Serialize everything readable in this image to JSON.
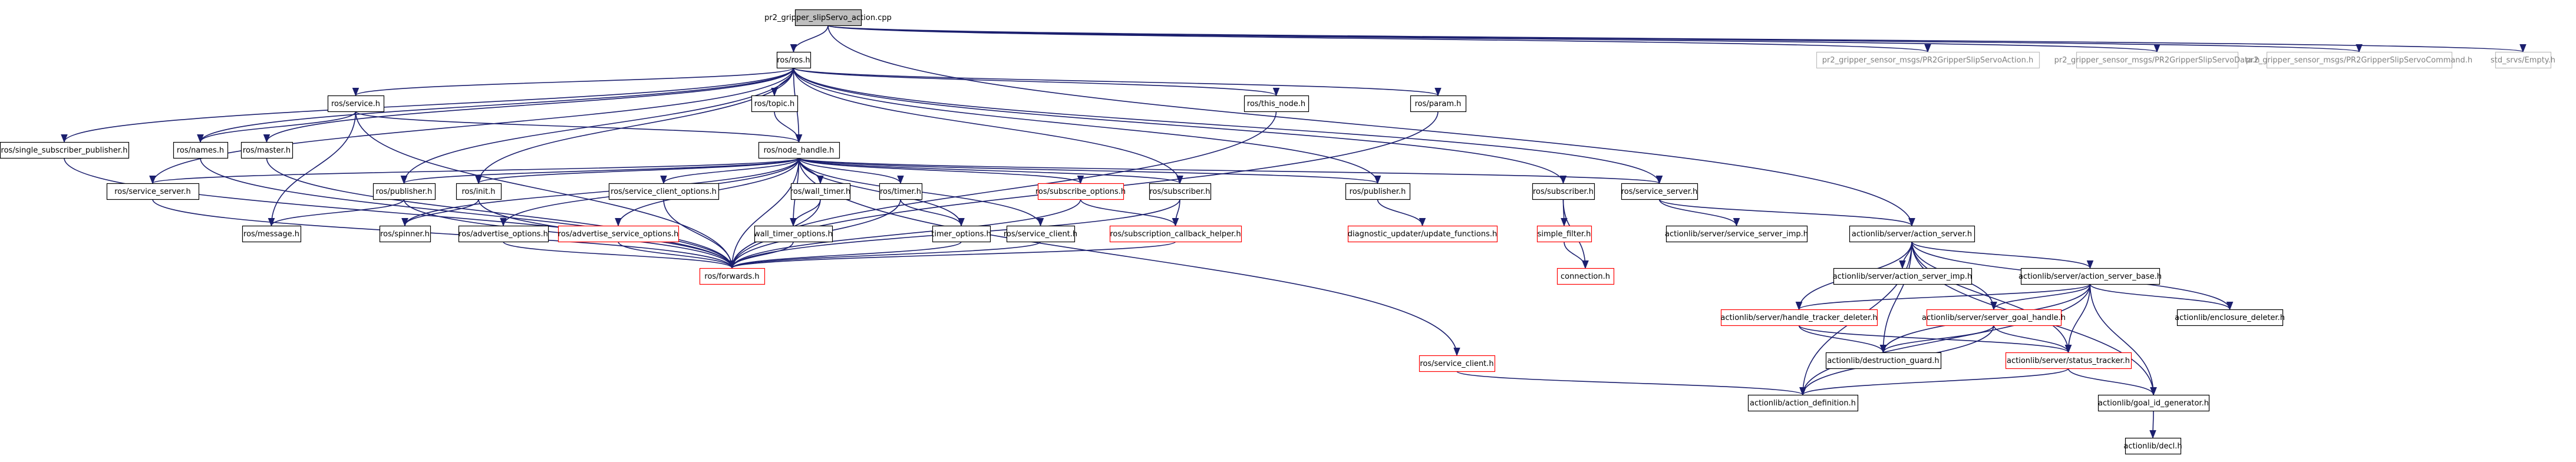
{
  "graph": {
    "nodes": [
      {
        "id": "root",
        "label": "pr2_gripper_slipServo_action.cpp",
        "style": "root"
      },
      {
        "id": "ros_ros",
        "label": "ros/ros.h",
        "style": "normal"
      },
      {
        "id": "msg_action",
        "label": "pr2_gripper_sensor_msgs/PR2GripperSlipServoAction.h",
        "style": "gray"
      },
      {
        "id": "msg_data",
        "label": "pr2_gripper_sensor_msgs/PR2GripperSlipServoData.h",
        "style": "gray"
      },
      {
        "id": "msg_cmd",
        "label": "pr2_gripper_sensor_msgs/PR2GripperSlipServoCommand.h",
        "style": "gray"
      },
      {
        "id": "std_empty",
        "label": "std_srvs/Empty.h",
        "style": "gray"
      },
      {
        "id": "single_sub_pub",
        "label": "ros/single_subscriber_publisher.h",
        "style": "normal"
      },
      {
        "id": "service",
        "label": "ros/service.h",
        "style": "normal"
      },
      {
        "id": "topic",
        "label": "ros/topic.h",
        "style": "normal"
      },
      {
        "id": "this_node",
        "label": "ros/this_node.h",
        "style": "normal"
      },
      {
        "id": "param",
        "label": "ros/param.h",
        "style": "normal"
      },
      {
        "id": "names",
        "label": "ros/names.h",
        "style": "normal"
      },
      {
        "id": "master",
        "label": "ros/master.h",
        "style": "normal"
      },
      {
        "id": "node_handle",
        "label": "ros/node_handle.h",
        "style": "normal"
      },
      {
        "id": "service_server",
        "label": "ros/service_server.h",
        "style": "normal"
      },
      {
        "id": "publisher",
        "label": "ros/publisher.h",
        "style": "normal"
      },
      {
        "id": "init",
        "label": "ros/init.h",
        "style": "normal"
      },
      {
        "id": "service_client_options",
        "label": "ros/service_client_options.h",
        "style": "normal"
      },
      {
        "id": "wall_timer",
        "label": "ros/wall_timer.h",
        "style": "normal"
      },
      {
        "id": "timer",
        "label": "ros/timer.h",
        "style": "normal"
      },
      {
        "id": "subscribe_options",
        "label": "ros/subscribe_options.h",
        "style": "red"
      },
      {
        "id": "subscriber",
        "label": "ros/subscriber.h",
        "style": "normal"
      },
      {
        "id": "diag_publisher",
        "label": "ros/publisher.h",
        "style": "normal"
      },
      {
        "id": "diag_subscriber",
        "label": "ros/subscriber.h",
        "style": "normal"
      },
      {
        "id": "service_server2",
        "label": "ros/service_server.h",
        "style": "normal"
      },
      {
        "id": "message",
        "label": "ros/message.h",
        "style": "normal"
      },
      {
        "id": "spinner",
        "label": "ros/spinner.h",
        "style": "normal"
      },
      {
        "id": "advertise_options",
        "label": "ros/advertise_options.h",
        "style": "normal"
      },
      {
        "id": "advertise_service_options",
        "label": "ros/advertise_service_options.h",
        "style": "red"
      },
      {
        "id": "wall_timer_options",
        "label": "wall_timer_options.h",
        "style": "normal"
      },
      {
        "id": "timer_options",
        "label": "timer_options.h",
        "style": "normal"
      },
      {
        "id": "service_client",
        "label": "ros/service_client.h",
        "style": "normal"
      },
      {
        "id": "sub_cb_helper",
        "label": "ros/subscription_callback_helper.h",
        "style": "red"
      },
      {
        "id": "diag_updater",
        "label": "diagnostic_updater/update_functions.h",
        "style": "red"
      },
      {
        "id": "simple_filter",
        "label": "simple_filter.h",
        "style": "red"
      },
      {
        "id": "connection",
        "label": "connection.h",
        "style": "red"
      },
      {
        "id": "forwards",
        "label": "ros/forwards.h",
        "style": "red"
      },
      {
        "id": "ros_service_client",
        "label": "ros/service_client.h",
        "style": "red"
      },
      {
        "id": "as_server_imp",
        "label": "actionlib/server/service_server_imp.h",
        "style": "normal"
      },
      {
        "id": "action_server",
        "label": "actionlib/server/action_server.h",
        "style": "normal"
      },
      {
        "id": "action_server_imp",
        "label": "actionlib/server/action_server_imp.h",
        "style": "normal"
      },
      {
        "id": "action_server_base",
        "label": "actionlib/server/action_server_base.h",
        "style": "normal"
      },
      {
        "id": "handle_tracker",
        "label": "actionlib/server/handle_tracker_deleter.h",
        "style": "red"
      },
      {
        "id": "server_goal_handle",
        "label": "actionlib/server/server_goal_handle.h",
        "style": "red"
      },
      {
        "id": "enclosure_deleter",
        "label": "actionlib/enclosure_deleter.h",
        "style": "normal"
      },
      {
        "id": "destruction_guard",
        "label": "actionlib/destruction_guard.h",
        "style": "normal"
      },
      {
        "id": "status_tracker",
        "label": "actionlib/server/status_tracker.h",
        "style": "red"
      },
      {
        "id": "action_definition",
        "label": "actionlib/action_definition.h",
        "style": "normal"
      },
      {
        "id": "goal_id_generator",
        "label": "actionlib/goal_id_generator.h",
        "style": "normal"
      },
      {
        "id": "decl",
        "label": "actionlib/decl.h",
        "style": "normal"
      }
    ]
  },
  "colors": {
    "edge": "#1b1f6e",
    "node_border": "#000000",
    "node_fill": "#ffffff",
    "root_fill": "#bfbfbf",
    "red_border": "#ff0000",
    "gray_border": "#bfbfbf",
    "gray_text": "#808080"
  }
}
